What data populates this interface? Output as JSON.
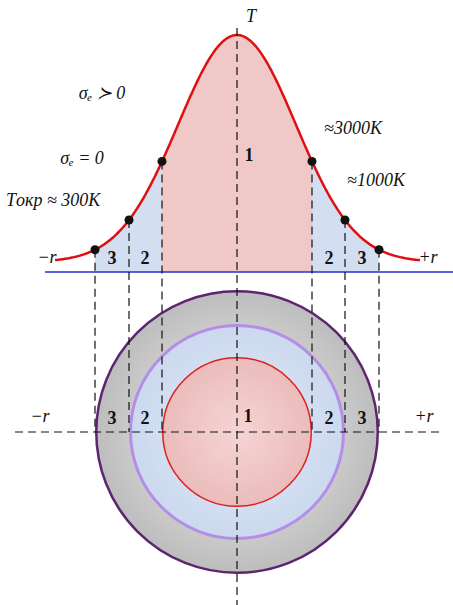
{
  "diagram": {
    "nodes": [
      {
        "text": [
          "3",
          "3"
        ]
      },
      {
        "text": [
          "2",
          "2"
        ],
        "in": 0
      },
      {
        "text": [
          "1"
        ],
        "in": 1
      }
    ],
    "labels": [
      "T",
      "σₑ ≻ 0",
      "σₑ = 0",
      "≈3000K",
      "Tокр ≈ 300K",
      "≈1000K",
      "−r",
      "+r",
      "3",
      "2",
      "1",
      "2",
      "3",
      "−r",
      "+r"
    ]
  }
}
